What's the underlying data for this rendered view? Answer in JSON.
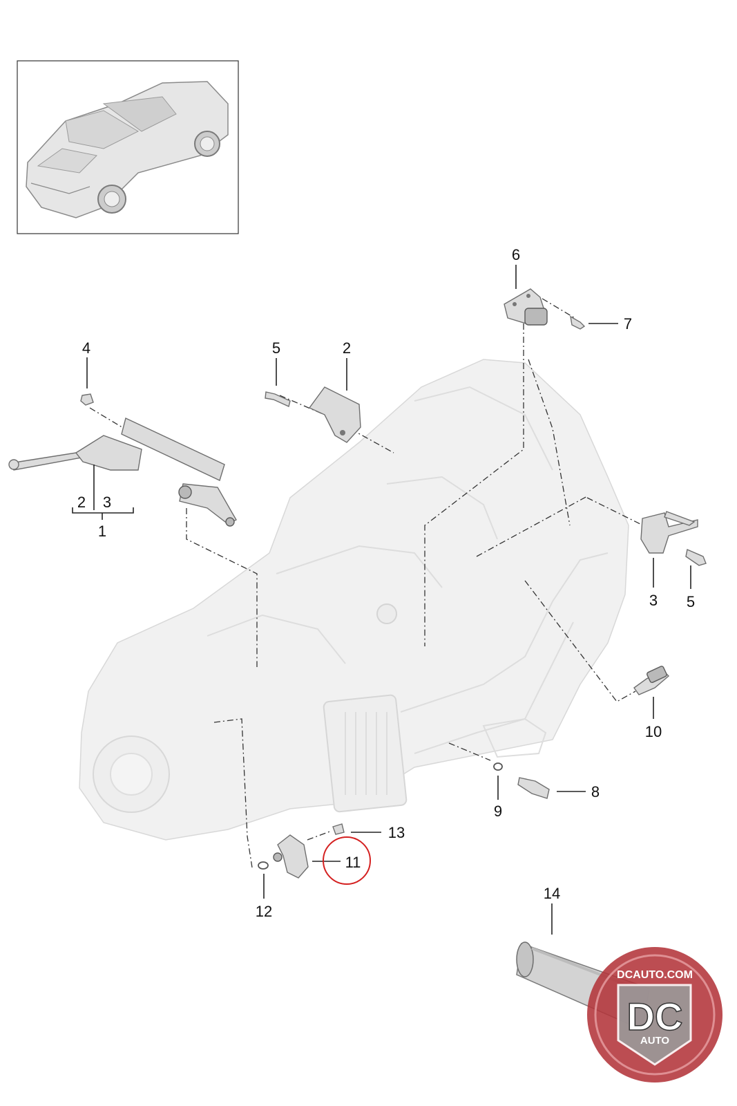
{
  "callouts": [
    {
      "id": "c6",
      "text": "6"
    },
    {
      "id": "c7",
      "text": "7"
    },
    {
      "id": "c4",
      "text": "4"
    },
    {
      "id": "c5a",
      "text": "5"
    },
    {
      "id": "c2a",
      "text": "2"
    },
    {
      "id": "c2b",
      "text": "2"
    },
    {
      "id": "c3a",
      "text": "3"
    },
    {
      "id": "c1",
      "text": "1"
    },
    {
      "id": "c3b",
      "text": "3"
    },
    {
      "id": "c5b",
      "text": "5"
    },
    {
      "id": "c10",
      "text": "10"
    },
    {
      "id": "c8",
      "text": "8"
    },
    {
      "id": "c9",
      "text": "9"
    },
    {
      "id": "c13",
      "text": "13"
    },
    {
      "id": "c11",
      "text": "11"
    },
    {
      "id": "c12",
      "text": "12"
    },
    {
      "id": "c14",
      "text": "14"
    }
  ],
  "highlight": {
    "callout": "11",
    "color": "#d42020"
  },
  "watermark": {
    "top_text": "DCAUTO.COM",
    "logo_text": "DC",
    "sub_text": "AUTO",
    "color": "#b3343a"
  },
  "colors": {
    "line": "#222222",
    "part_fill": "#dcdcdc",
    "ghost_fill": "#f1f1f1"
  }
}
